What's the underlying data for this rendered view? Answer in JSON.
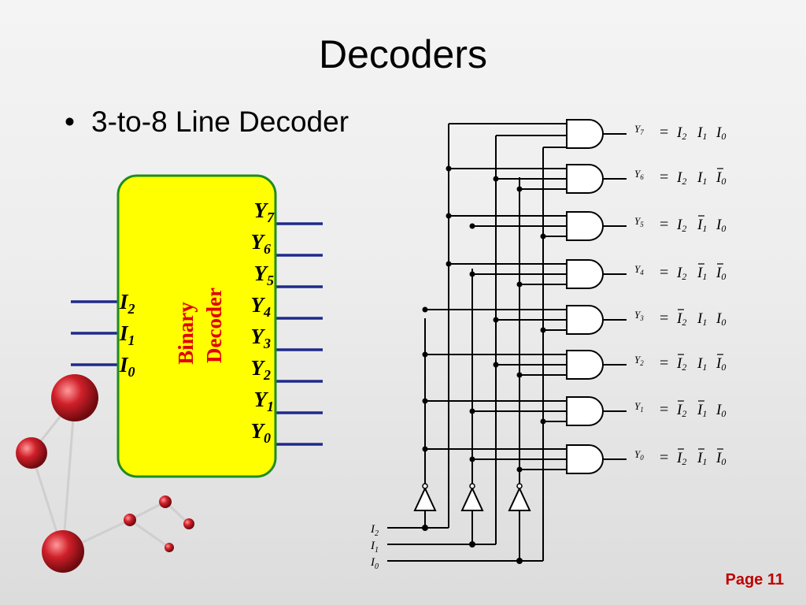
{
  "slide": {
    "title": "Decoders",
    "bullet": "3-to-8 Line Decoder",
    "page_label": "Page 11"
  },
  "block": {
    "label_line1": "Binary",
    "label_line2": "Decoder",
    "inputs": [
      {
        "letter": "I",
        "sub": "2"
      },
      {
        "letter": "I",
        "sub": "1"
      },
      {
        "letter": "I",
        "sub": "0"
      }
    ],
    "outputs": [
      {
        "letter": "Y",
        "sub": "7"
      },
      {
        "letter": "Y",
        "sub": "6"
      },
      {
        "letter": "Y",
        "sub": "5"
      },
      {
        "letter": "Y",
        "sub": "4"
      },
      {
        "letter": "Y",
        "sub": "3"
      },
      {
        "letter": "Y",
        "sub": "2"
      },
      {
        "letter": "Y",
        "sub": "1"
      },
      {
        "letter": "Y",
        "sub": "0"
      }
    ]
  },
  "circuit": {
    "inputs": [
      {
        "letter": "I",
        "sub": "2"
      },
      {
        "letter": "I",
        "sub": "1"
      },
      {
        "letter": "I",
        "sub": "0"
      }
    ],
    "equals": "=",
    "equations": [
      {
        "out": "Y",
        "sub": "7",
        "terms": [
          {
            "v": "I",
            "s": "2",
            "bar": false
          },
          {
            "v": "I",
            "s": "1",
            "bar": false
          },
          {
            "v": "I",
            "s": "0",
            "bar": false
          }
        ]
      },
      {
        "out": "Y",
        "sub": "6",
        "terms": [
          {
            "v": "I",
            "s": "2",
            "bar": false
          },
          {
            "v": "I",
            "s": "1",
            "bar": false
          },
          {
            "v": "I",
            "s": "0",
            "bar": true
          }
        ]
      },
      {
        "out": "Y",
        "sub": "5",
        "terms": [
          {
            "v": "I",
            "s": "2",
            "bar": false
          },
          {
            "v": "I",
            "s": "1",
            "bar": true
          },
          {
            "v": "I",
            "s": "0",
            "bar": false
          }
        ]
      },
      {
        "out": "Y",
        "sub": "4",
        "terms": [
          {
            "v": "I",
            "s": "2",
            "bar": false
          },
          {
            "v": "I",
            "s": "1",
            "bar": true
          },
          {
            "v": "I",
            "s": "0",
            "bar": true
          }
        ]
      },
      {
        "out": "Y",
        "sub": "3",
        "terms": [
          {
            "v": "I",
            "s": "2",
            "bar": true
          },
          {
            "v": "I",
            "s": "1",
            "bar": false
          },
          {
            "v": "I",
            "s": "0",
            "bar": false
          }
        ]
      },
      {
        "out": "Y",
        "sub": "2",
        "terms": [
          {
            "v": "I",
            "s": "2",
            "bar": true
          },
          {
            "v": "I",
            "s": "1",
            "bar": false
          },
          {
            "v": "I",
            "s": "0",
            "bar": true
          }
        ]
      },
      {
        "out": "Y",
        "sub": "1",
        "terms": [
          {
            "v": "I",
            "s": "2",
            "bar": true
          },
          {
            "v": "I",
            "s": "1",
            "bar": true
          },
          {
            "v": "I",
            "s": "0",
            "bar": false
          }
        ]
      },
      {
        "out": "Y",
        "sub": "0",
        "terms": [
          {
            "v": "I",
            "s": "2",
            "bar": true
          },
          {
            "v": "I",
            "s": "1",
            "bar": true
          },
          {
            "v": "I",
            "s": "0",
            "bar": true
          }
        ]
      }
    ]
  },
  "colors": {
    "block_fill": "#ffff00",
    "block_border": "#1e8c1e",
    "pin_color": "#1f2a8c",
    "block_label": "#e00000",
    "page_label": "#c00000",
    "decor_sphere": "#c8191e"
  }
}
